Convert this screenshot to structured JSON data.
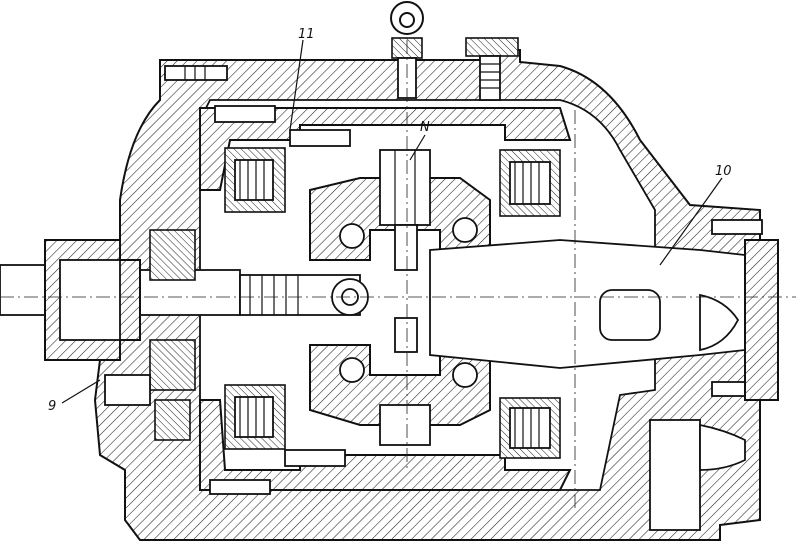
{
  "drawing": {
    "callouts": {
      "label_11": "11",
      "label_n": "N",
      "label_10": "10",
      "label_9": "9"
    },
    "colors": {
      "ink": "#111111",
      "paper": "#ffffff"
    }
  }
}
